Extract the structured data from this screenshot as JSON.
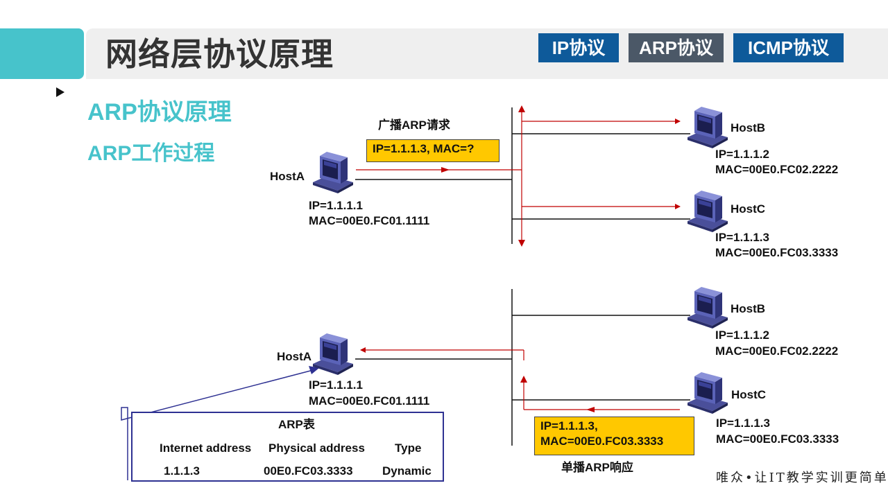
{
  "header": {
    "title": "网络层协议原理",
    "tabs": [
      {
        "label": "IP协议",
        "color": "#0e5a9a"
      },
      {
        "label": "ARP协议",
        "color": "#4b5867",
        "active": true
      },
      {
        "label": "ICMP协议",
        "color": "#0e5a9a"
      }
    ]
  },
  "content": {
    "heading": "ARP协议原理",
    "subheading": "ARP工作过程"
  },
  "request_scene": {
    "broadcast_label": "广播ARP请求",
    "request_box": "IP=1.1.1.3, MAC=?",
    "hostA": {
      "name": "HostA",
      "ip": "IP=1.1.1.1",
      "mac": "MAC=00E0.FC01.1111"
    },
    "hostB": {
      "name": "HostB",
      "ip": "IP=1.1.1.2",
      "mac": "MAC=00E0.FC02.2222"
    },
    "hostC": {
      "name": "HostC",
      "ip": "IP=1.1.1.3",
      "mac": "MAC=00E0.FC03.3333"
    }
  },
  "reply_scene": {
    "reply_box_line1": "IP=1.1.1.3,",
    "reply_box_line2": "MAC=00E0.FC03.3333",
    "unicast_label": "单播ARP响应",
    "hostA": {
      "name": "HostA",
      "ip": "IP=1.1.1.1",
      "mac": "MAC=00E0.FC01.1111"
    },
    "hostB": {
      "name": "HostB",
      "ip": "IP=1.1.1.2",
      "mac": "MAC=00E0.FC02.2222"
    },
    "hostC": {
      "name": "HostC",
      "ip": "IP=1.1.1.3",
      "mac": "MAC=00E0.FC03.3333"
    }
  },
  "arp_table": {
    "title": "ARP表",
    "columns": [
      "Internet address",
      "Physical address",
      "Type"
    ],
    "rows": [
      {
        "internet_address": "1.1.1.3",
        "physical_address": "00E0.FC03.3333",
        "type": "Dynamic"
      }
    ]
  },
  "footer": {
    "slogan": "唯众•让IT教学实训更简单"
  },
  "colors": {
    "accent": "#47c3cb",
    "arrow_red": "#c00000",
    "table_border": "#2e3192",
    "highlight_yellow": "#ffc800"
  },
  "icons": {
    "host": "computer-icon"
  }
}
